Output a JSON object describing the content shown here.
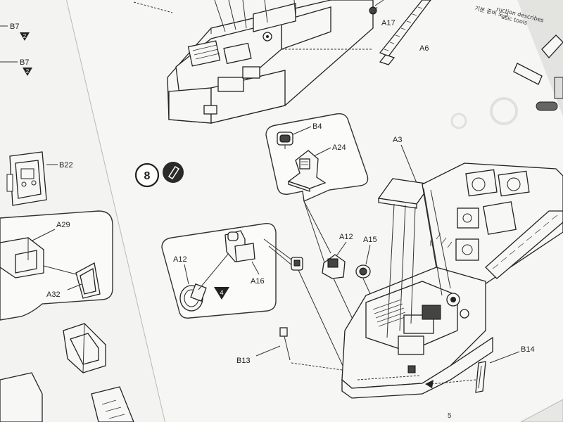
{
  "labels": {
    "b7_top": "B7",
    "b7_mid": "B7",
    "b22": "B22",
    "a29": "A29",
    "a32": "A32",
    "a17": "A17",
    "a6": "A6",
    "b4": "B4",
    "a24": "A24",
    "a3": "A3",
    "a12_inset": "A12",
    "a16": "A16",
    "a12_main": "A12",
    "a15": "A15",
    "b13": "B13",
    "b14": "B14"
  },
  "tri_badges": {
    "tri_top": "2",
    "tri_mid": "2",
    "tri_inset": "4"
  },
  "step": {
    "number": "8"
  },
  "corner_text": {
    "line1": "기본 준비 도구",
    "line2": "ruction describes",
    "line3": "asic tools"
  },
  "page_number": "5"
}
